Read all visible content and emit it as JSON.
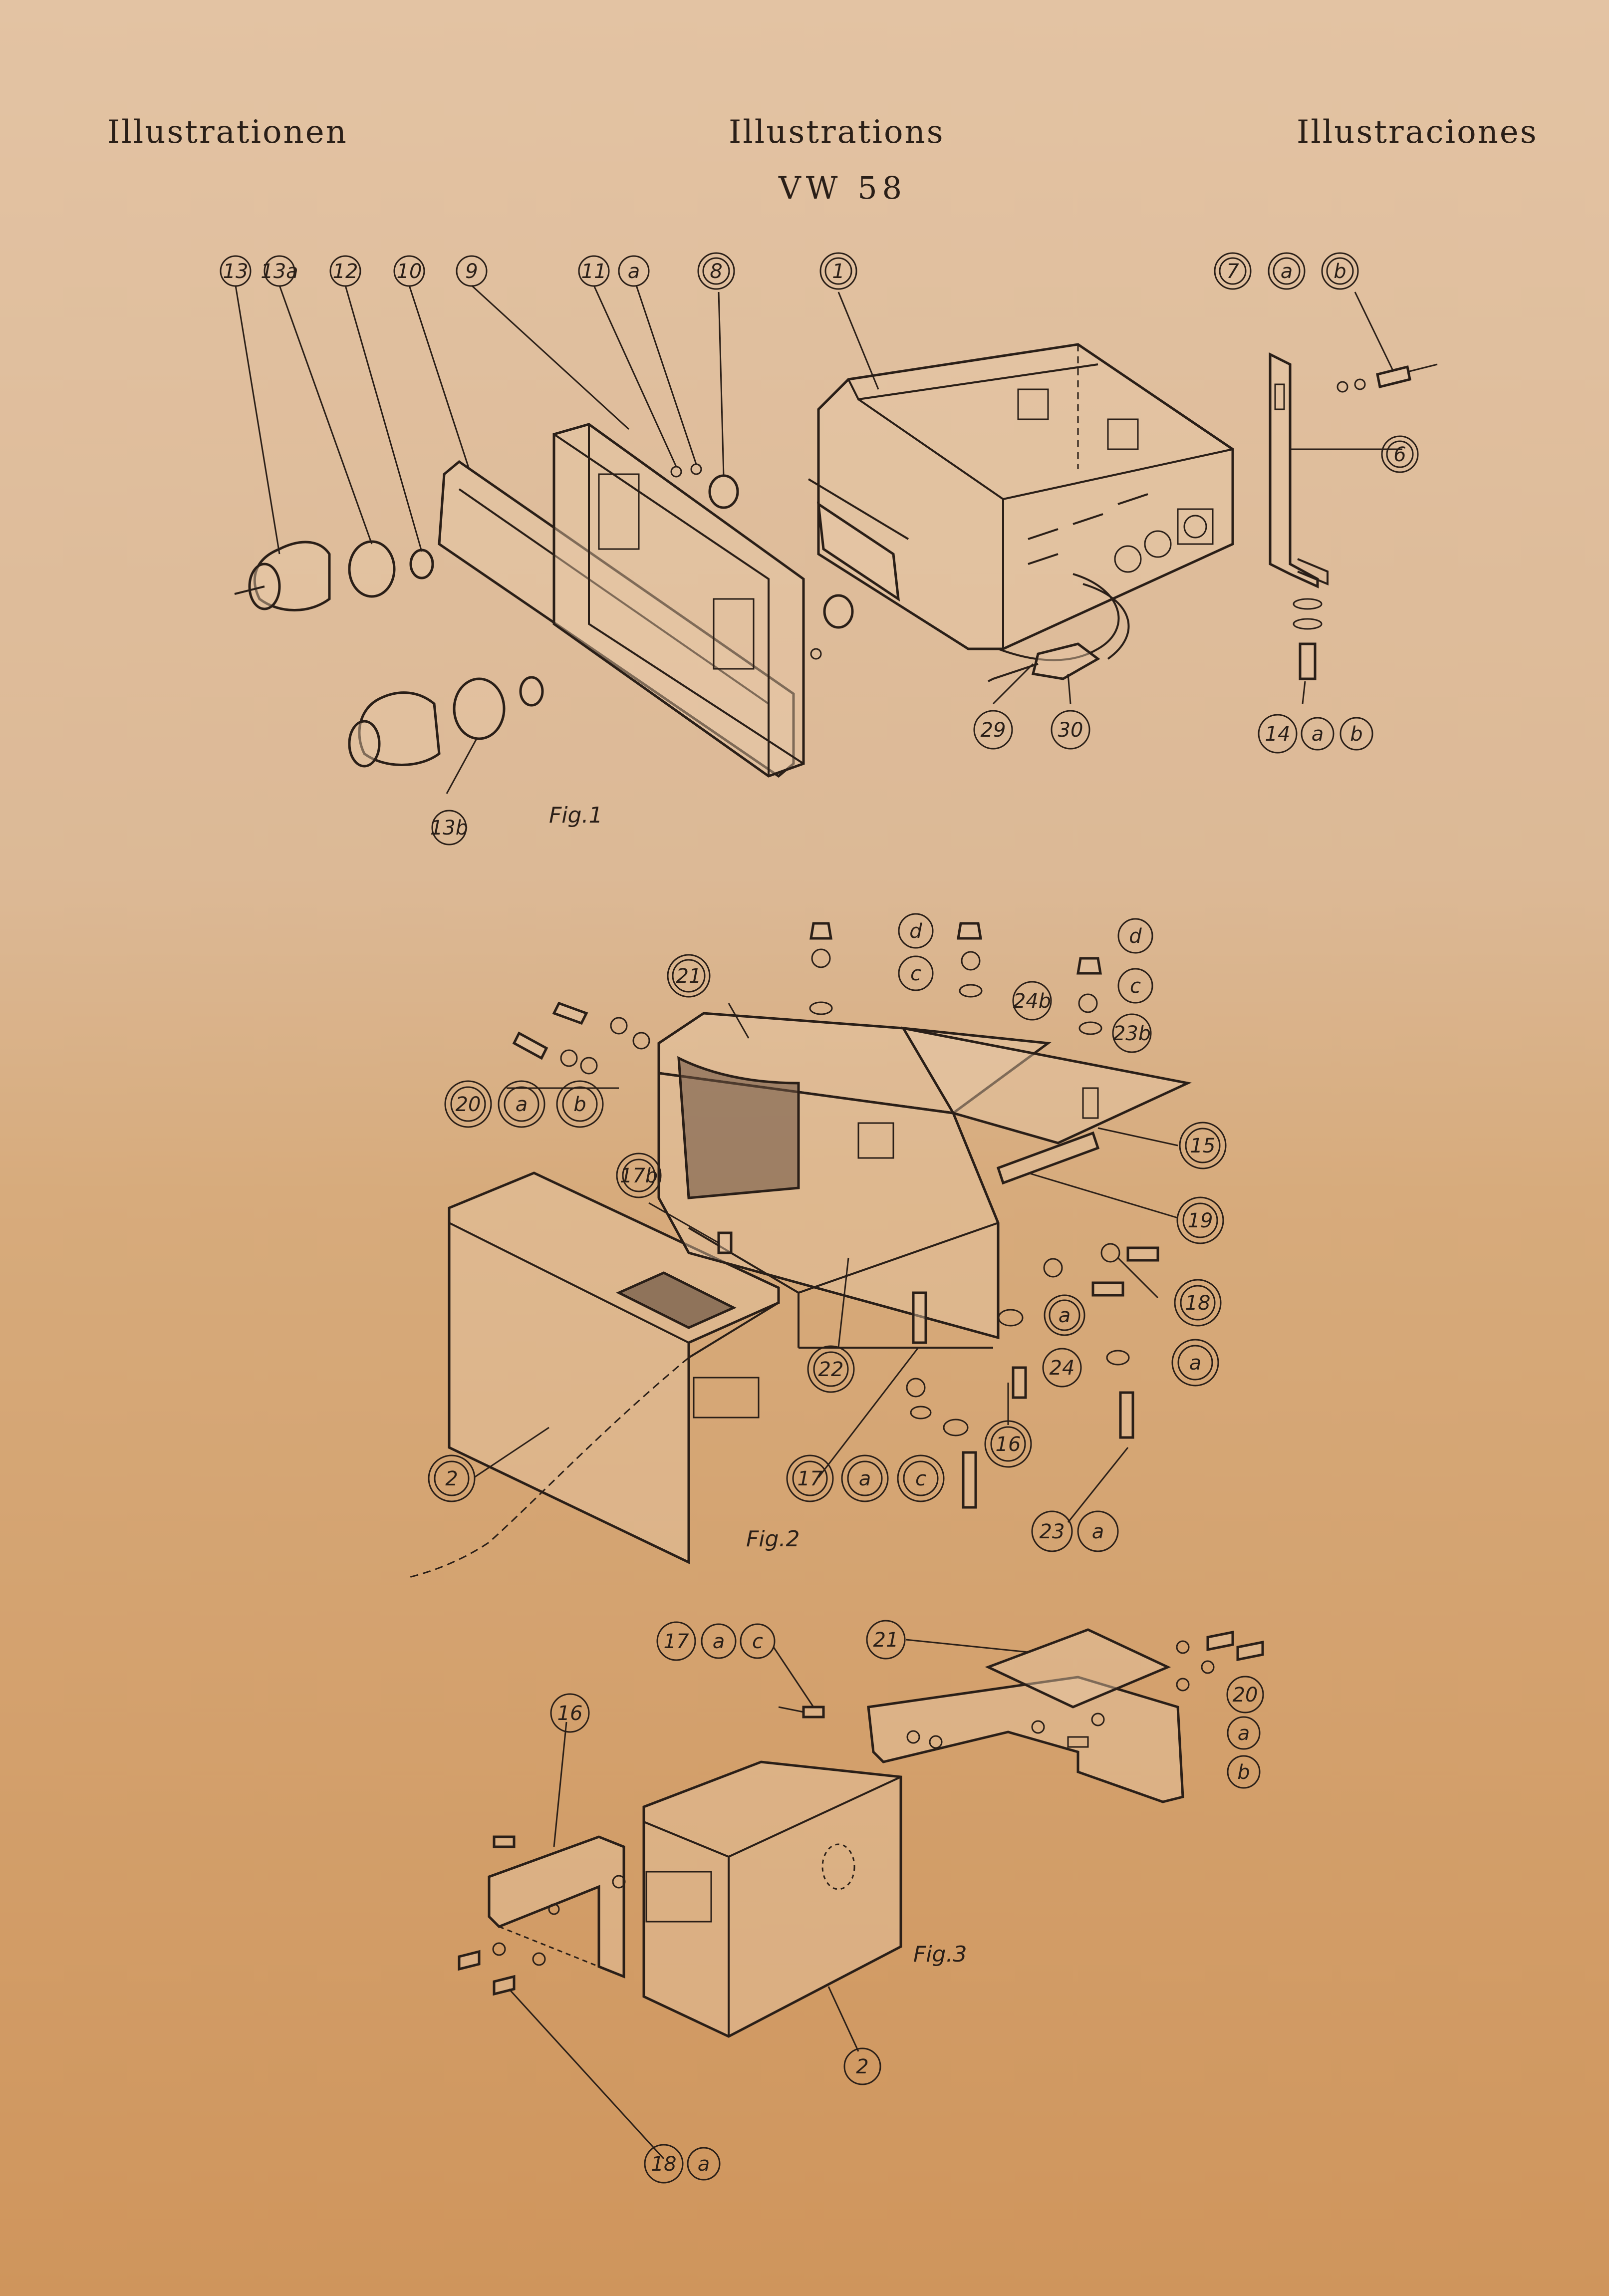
{
  "header": {
    "left": "Illustrationen",
    "center": "Illustrations",
    "right": "Illustraciones",
    "model": "VW 58"
  },
  "figures": [
    {
      "label": "Fig.1"
    },
    {
      "label": "Fig.2"
    },
    {
      "label": "Fig.3"
    }
  ],
  "callouts": {
    "fig1": [
      "13",
      "13a",
      "12",
      "10",
      "9",
      "11",
      "a",
      "8",
      "1",
      "7",
      "a",
      "b",
      "6",
      "29",
      "30",
      "14",
      "a",
      "b",
      "13b"
    ],
    "fig2": [
      "d",
      "c",
      "24b",
      "d",
      "c",
      "23b",
      "21",
      "20",
      "a",
      "b",
      "15",
      "17b",
      "19",
      "18",
      "a",
      "a",
      "24",
      "22",
      "16",
      "17",
      "a",
      "c",
      "23",
      "a",
      "2"
    ],
    "fig3": [
      "17",
      "a",
      "c",
      "21",
      "20",
      "a",
      "b",
      "16",
      "2",
      "18",
      "a"
    ]
  }
}
